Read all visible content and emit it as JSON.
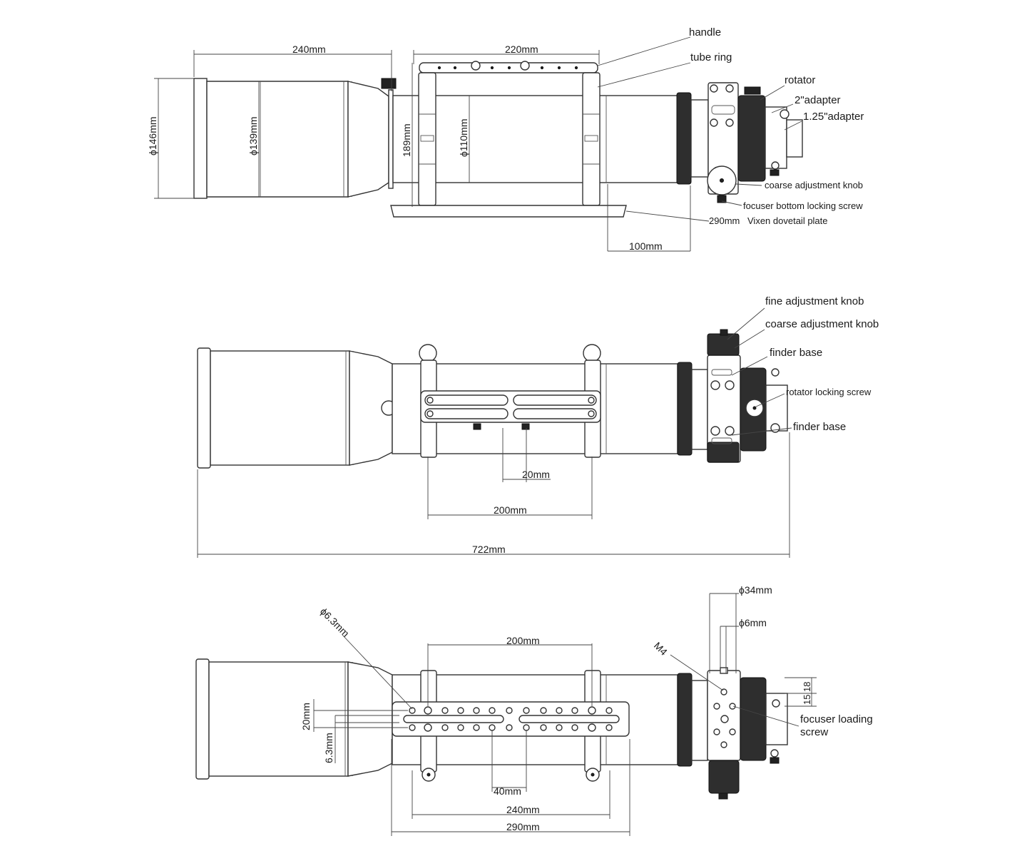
{
  "top_view": {
    "labels": {
      "handle": "handle",
      "tube_ring": "tube ring",
      "rotator": "rotator",
      "adapter_2in": "2\"adapter",
      "adapter_125in": "1.25\"adapter",
      "coarse_knob": "coarse adjustment knob",
      "focuser_locking": "focuser bottom locking screw",
      "dovetail_len": "290mm",
      "dovetail": "Vixen dovetail plate"
    },
    "dims": {
      "hood_len": "240mm",
      "ring_span": "220mm",
      "hood_dia": "ϕ146mm",
      "tube_dia": "ϕ139mm",
      "ring_height": "189mm",
      "ring_inner": "ϕ110mm",
      "back_len": "100mm"
    }
  },
  "side_view": {
    "labels": {
      "fine_knob": "fine adjustment knob",
      "coarse_knob": "coarse adjustment knob",
      "finder_base_top": "finder base",
      "rotator_screw": "rotator locking screw",
      "finder_base_bottom": "finder base"
    },
    "dims": {
      "slot_offset": "20mm",
      "slot_span": "200mm",
      "total_len": "722mm"
    }
  },
  "bottom_view": {
    "labels": {
      "hole_dia": "ϕ6.3mm",
      "m4": "M4",
      "focuser_loading_1": "focuser loading",
      "focuser_loading_2": "screw"
    },
    "dims": {
      "dia_34": "ϕ34mm",
      "dia_6": "ϕ6mm",
      "hole_span": "200mm",
      "rows_gap": "20mm",
      "hole_small": "6.3mm",
      "gap_15": "15",
      "gap_18": "18",
      "pitch_40": "40mm",
      "ring_240": "240mm",
      "plate_290": "290mm"
    }
  }
}
